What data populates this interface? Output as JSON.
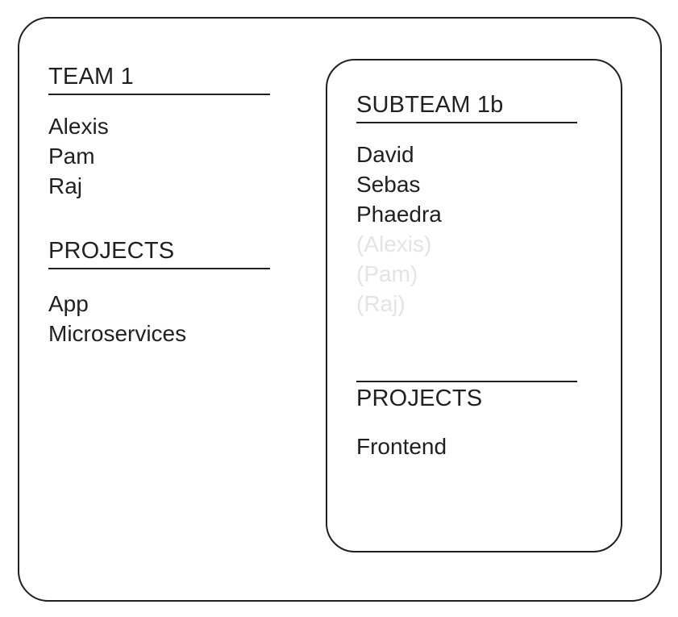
{
  "diagram": {
    "type": "nested-team-boxes",
    "background_color": "#ffffff",
    "stroke_color": "#231f20",
    "text_color": "#231f20",
    "inherited_text_color": "#e4e4e4"
  },
  "team": {
    "title": "TEAM 1",
    "members": [
      {
        "name": "Alexis",
        "inherited": false
      },
      {
        "name": "Pam",
        "inherited": false
      },
      {
        "name": "Raj",
        "inherited": false
      }
    ],
    "projects_title": "PROJECTS",
    "projects": [
      {
        "name": "App"
      },
      {
        "name": "Microservices"
      }
    ]
  },
  "subteam": {
    "title": "SUBTEAM 1b",
    "members": [
      {
        "name": "David",
        "inherited": false
      },
      {
        "name": "Sebas",
        "inherited": false
      },
      {
        "name": "Phaedra",
        "inherited": false
      },
      {
        "name": "(Alexis)",
        "inherited": true
      },
      {
        "name": "(Pam)",
        "inherited": true
      },
      {
        "name": "(Raj)",
        "inherited": true
      }
    ],
    "projects_title": "PROJECTS",
    "projects": [
      {
        "name": "Frontend"
      }
    ]
  }
}
